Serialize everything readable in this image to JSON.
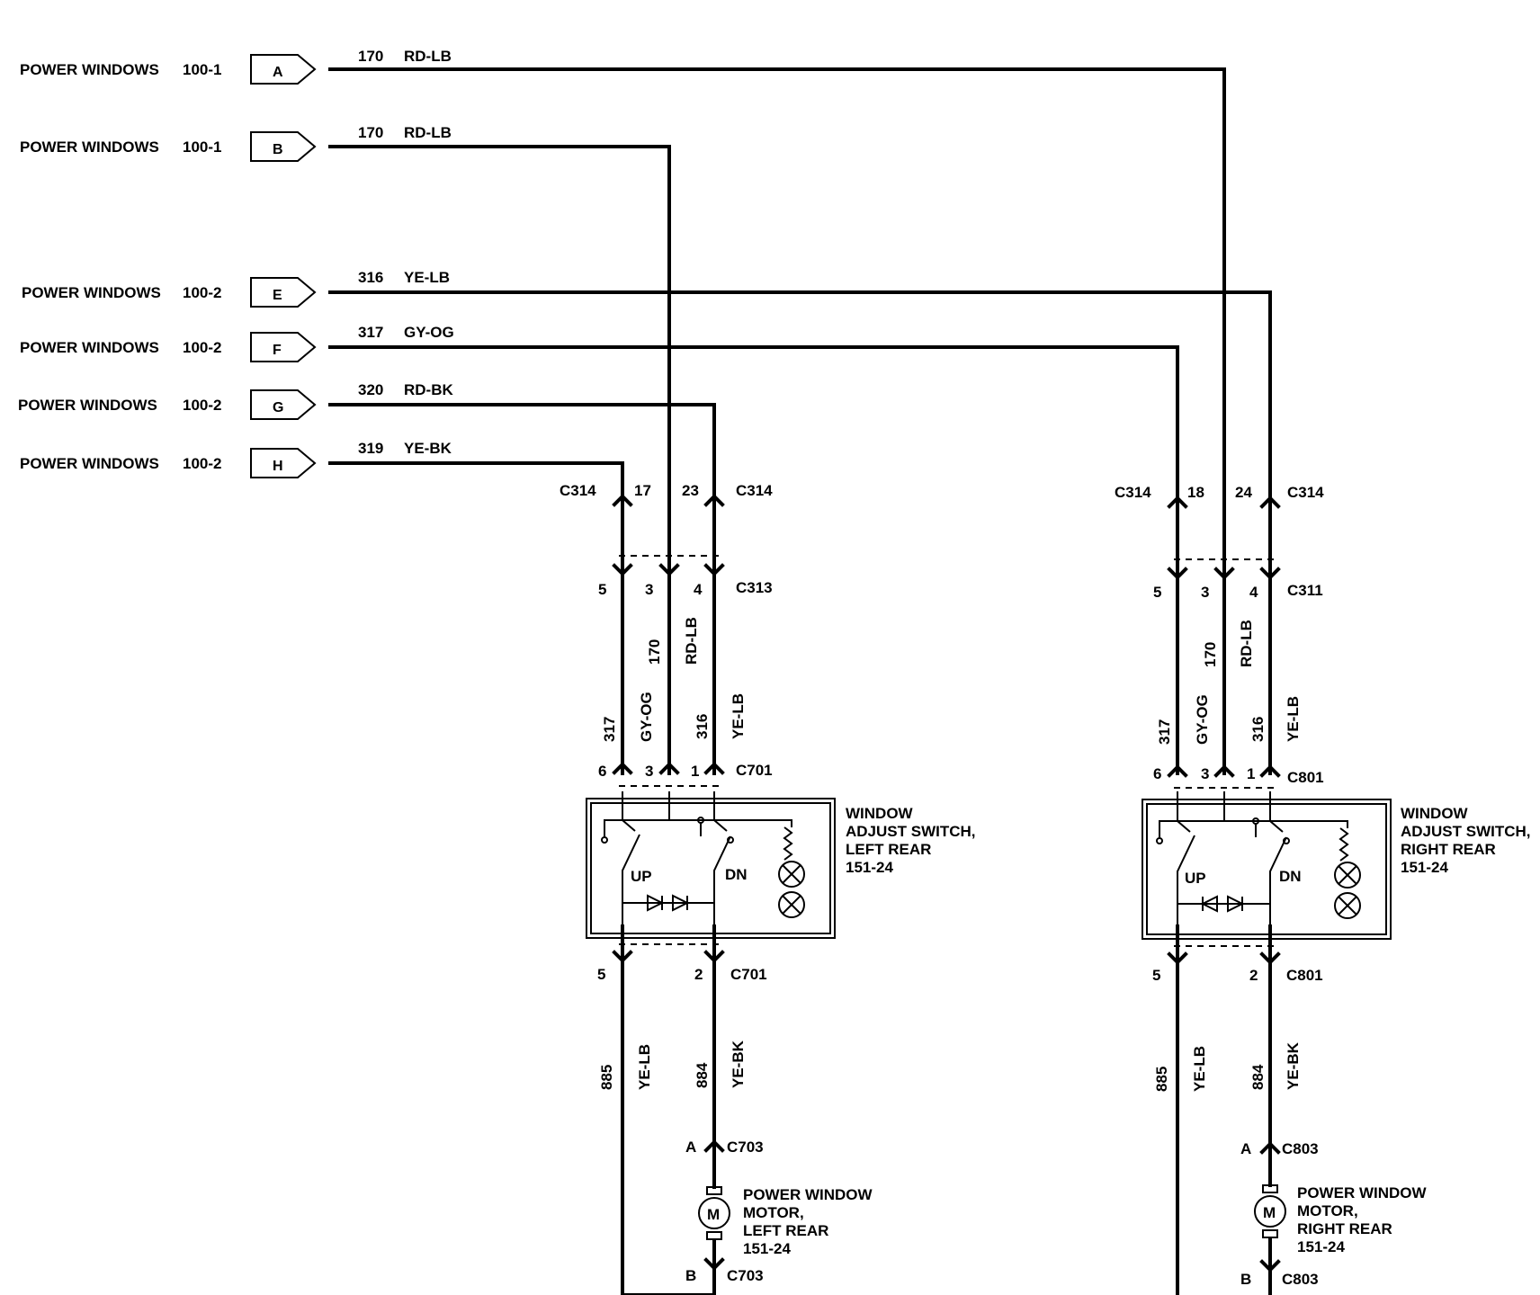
{
  "sources": [
    {
      "name": "POWER WINDOWS",
      "ref": "100-1",
      "pin": "A",
      "circuit": "170",
      "color": "RD-LB"
    },
    {
      "name": "POWER WINDOWS",
      "ref": "100-1",
      "pin": "B",
      "circuit": "170",
      "color": "RD-LB"
    },
    {
      "name": "POWER WINDOWS",
      "ref": "100-2",
      "pin": "E",
      "circuit": "316",
      "color": "YE-LB"
    },
    {
      "name": "POWER WINDOWS",
      "ref": "100-2",
      "pin": "F",
      "circuit": "317",
      "color": "GY-OG"
    },
    {
      "name": "POWER WINDOWS",
      "ref": "100-2",
      "pin": "G",
      "circuit": "320",
      "color": "RD-BK"
    },
    {
      "name": "POWER WINDOWS",
      "ref": "100-2",
      "pin": "H",
      "circuit": "319",
      "color": "YE-BK"
    }
  ],
  "left": {
    "c314_left": "C314",
    "c314_right": "C314",
    "c314_pin_a": "17",
    "c314_pin_b": "23",
    "c313": "C313",
    "c313_pins": [
      "5",
      "3",
      "4"
    ],
    "wire_317": "317",
    "wire_gyog": "GY-OG",
    "wire_170": "170",
    "wire_rdlb": "RD-LB",
    "wire_316": "316",
    "wire_yelb": "YE-LB",
    "c701_top": "C701",
    "c701_top_pins": [
      "6",
      "3",
      "1"
    ],
    "switch_title": [
      "WINDOW",
      "ADJUST SWITCH,",
      "LEFT REAR",
      "151-24"
    ],
    "up": "UP",
    "dn": "DN",
    "c701_bottom": "C701",
    "c701_bottom_pins": [
      "5",
      "2"
    ],
    "wire_885": "885",
    "wire_885_color": "YE-LB",
    "wire_884": "884",
    "wire_884_color": "YE-BK",
    "c703_a_pin": "A",
    "c703_a": "C703",
    "motor_symbol": "M",
    "motor_title": [
      "POWER WINDOW",
      "MOTOR,",
      "LEFT REAR",
      "151-24"
    ],
    "c703_b_pin": "B",
    "c703_b": "C703"
  },
  "right": {
    "c314_left": "C314",
    "c314_right": "C314",
    "c314_pin_a": "18",
    "c314_pin_b": "24",
    "c311": "C311",
    "c311_pins": [
      "5",
      "3",
      "4"
    ],
    "wire_317": "317",
    "wire_gyog": "GY-OG",
    "wire_170": "170",
    "wire_rdlb": "RD-LB",
    "wire_316": "316",
    "wire_yelb": "YE-LB",
    "c801_top": "C801",
    "c801_top_pins": [
      "6",
      "3",
      "1"
    ],
    "switch_title": [
      "WINDOW",
      "ADJUST SWITCH,",
      "RIGHT REAR",
      "151-24"
    ],
    "up": "UP",
    "dn": "DN",
    "c801_bottom": "C801",
    "c801_bottom_pins": [
      "5",
      "2"
    ],
    "wire_885": "885",
    "wire_885_color": "YE-LB",
    "wire_884": "884",
    "wire_884_color": "YE-BK",
    "c803_a_pin": "A",
    "c803_a": "C803",
    "motor_symbol": "M",
    "motor_title": [
      "POWER WINDOW",
      "MOTOR,",
      "RIGHT REAR",
      "151-24"
    ],
    "c803_b_pin": "B",
    "c803_b": "C803"
  }
}
